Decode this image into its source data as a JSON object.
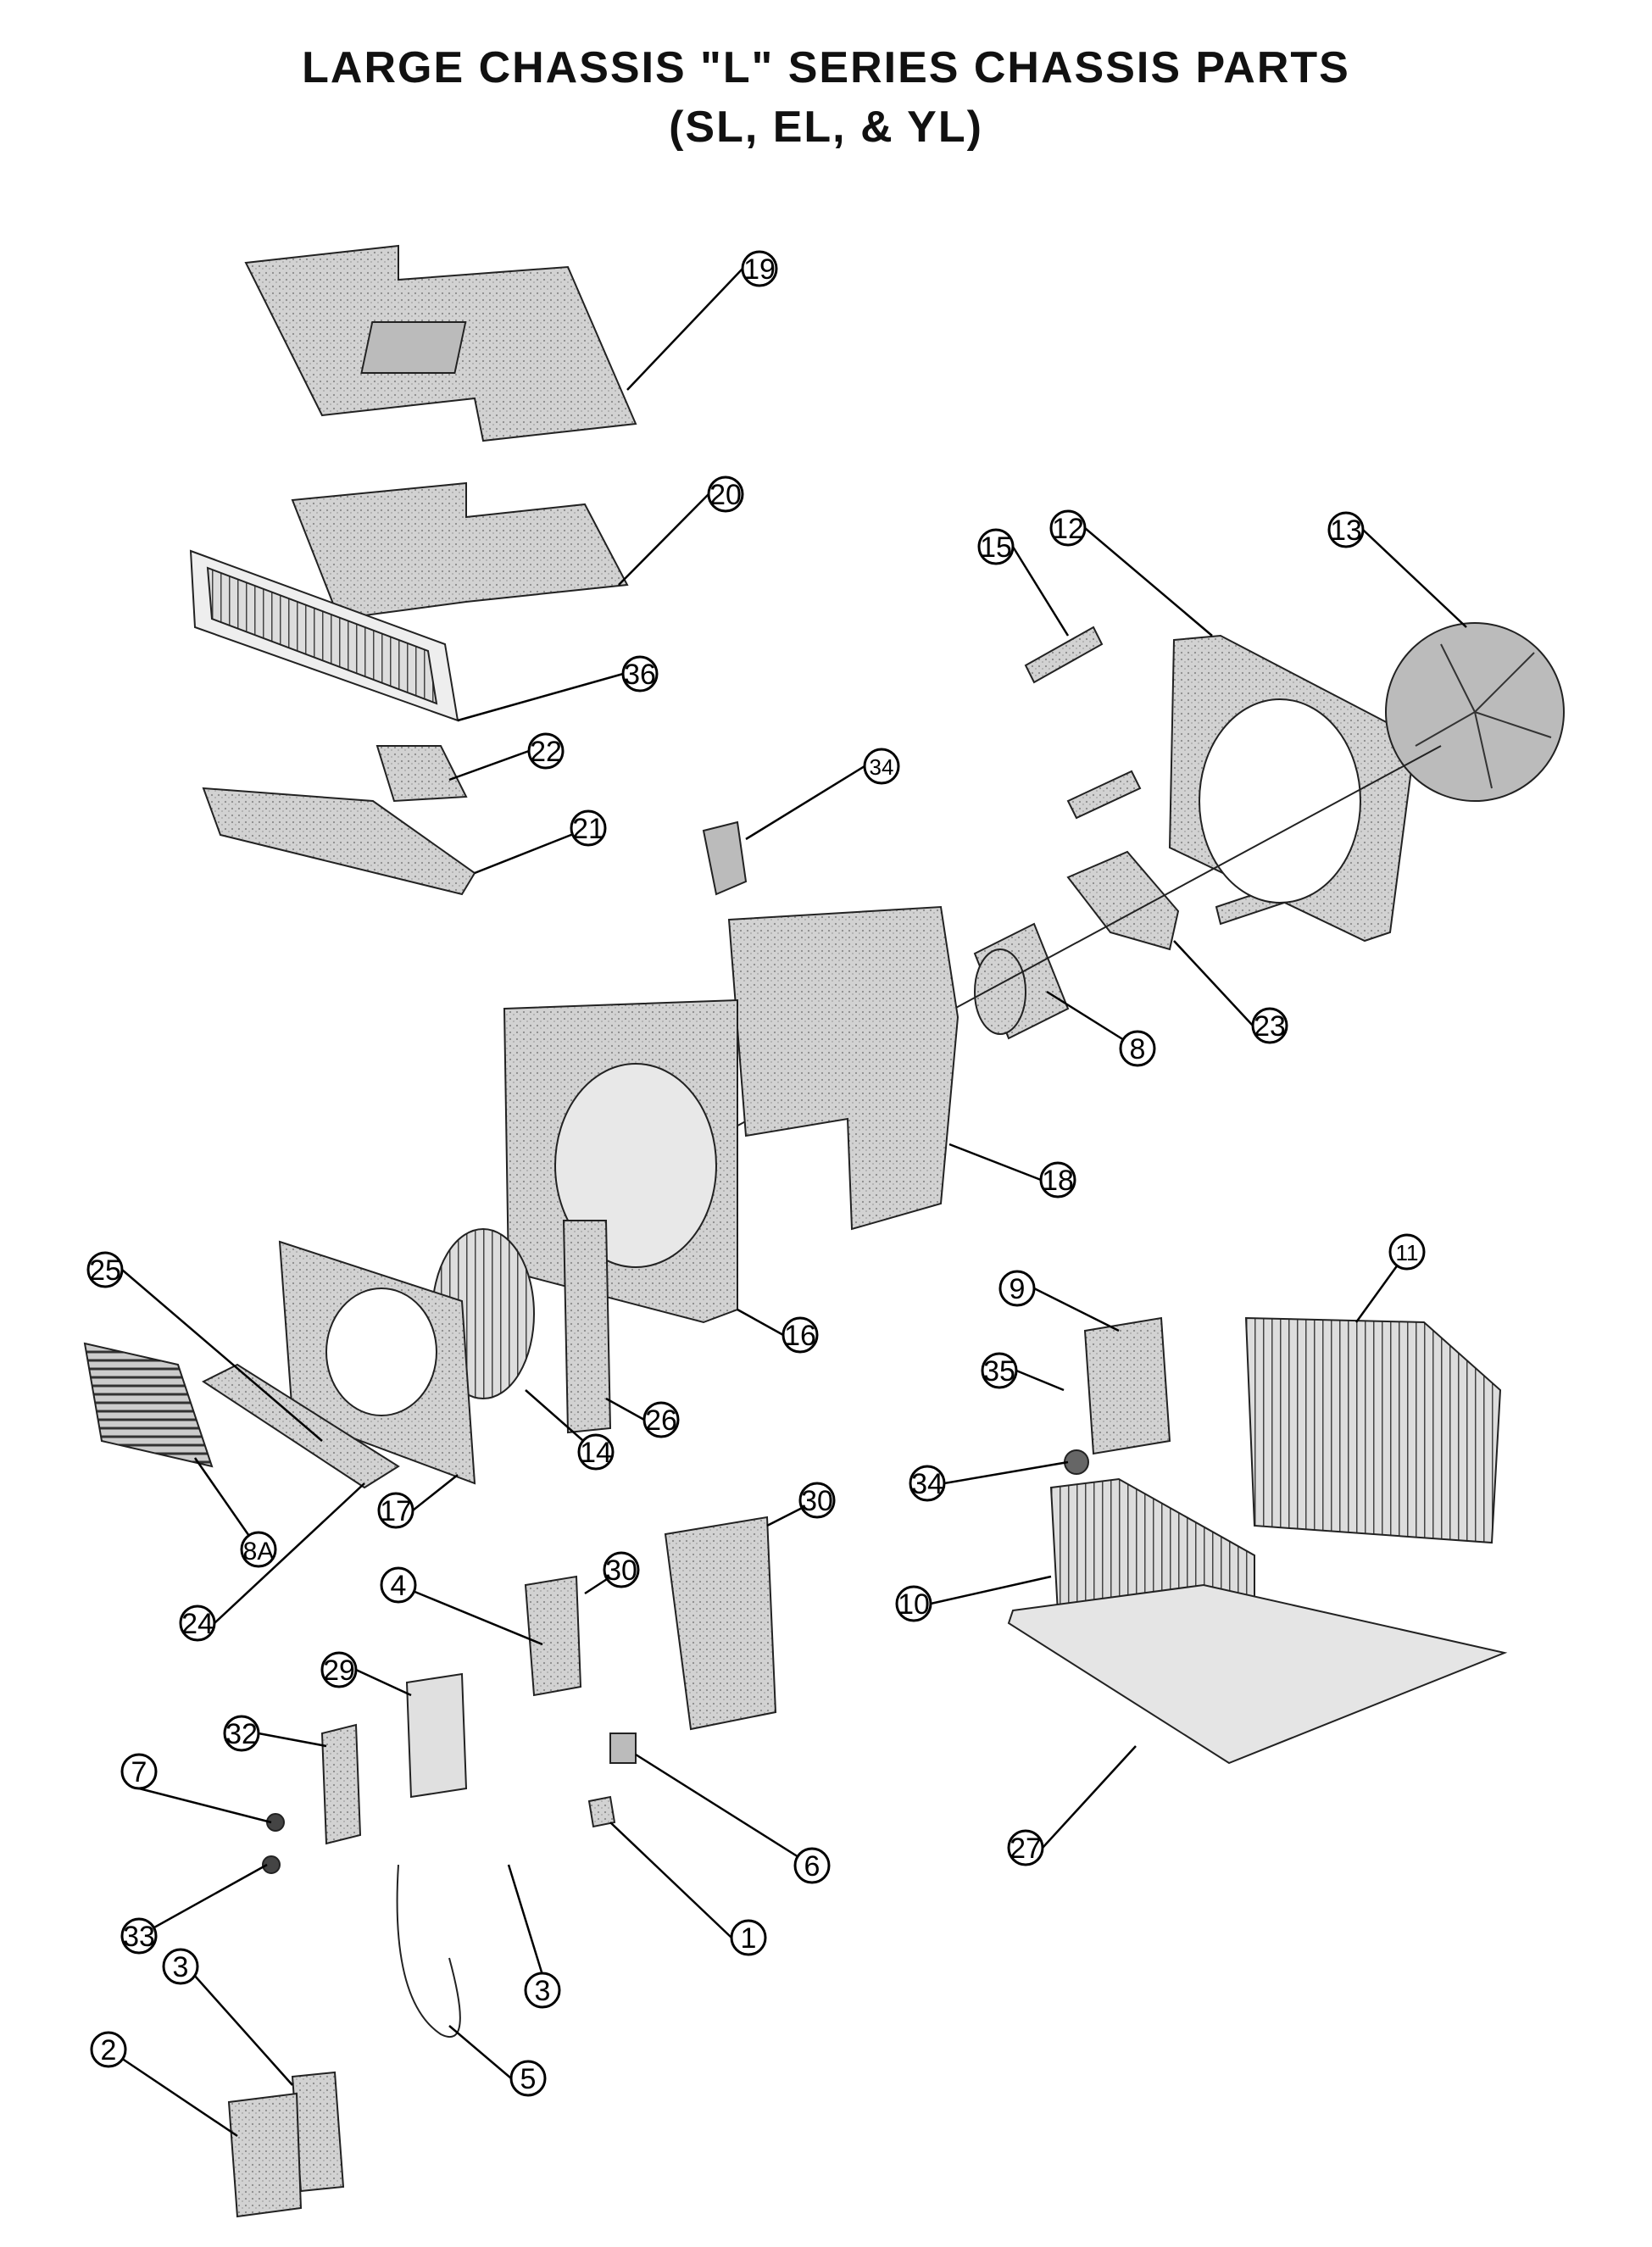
{
  "title": "LARGE CHASSIS \"L\" SERIES CHASSIS PARTS",
  "subtitle": "(SL, EL, & YL)",
  "callouts": [
    {
      "id": "c19",
      "label": "19"
    },
    {
      "id": "c20",
      "label": "20"
    },
    {
      "id": "c36",
      "label": "36"
    },
    {
      "id": "c22",
      "label": "22"
    },
    {
      "id": "c21",
      "label": "21"
    },
    {
      "id": "c15",
      "label": "15"
    },
    {
      "id": "c12",
      "label": "12"
    },
    {
      "id": "c13",
      "label": "13"
    },
    {
      "id": "c34a",
      "label": "34"
    },
    {
      "id": "c8",
      "label": "8"
    },
    {
      "id": "c23",
      "label": "23"
    },
    {
      "id": "c18",
      "label": "18"
    },
    {
      "id": "c9",
      "label": "9"
    },
    {
      "id": "c11",
      "label": "11"
    },
    {
      "id": "c35",
      "label": "35"
    },
    {
      "id": "c34b",
      "label": "34"
    },
    {
      "id": "c25",
      "label": "25"
    },
    {
      "id": "c16",
      "label": "16"
    },
    {
      "id": "c26",
      "label": "26"
    },
    {
      "id": "c14",
      "label": "14"
    },
    {
      "id": "c17",
      "label": "17"
    },
    {
      "id": "c8A",
      "label": "8A"
    },
    {
      "id": "c24",
      "label": "24"
    },
    {
      "id": "c30a",
      "label": "30"
    },
    {
      "id": "c30b",
      "label": "30"
    },
    {
      "id": "c4",
      "label": "4"
    },
    {
      "id": "c10",
      "label": "10"
    },
    {
      "id": "c29",
      "label": "29"
    },
    {
      "id": "c32",
      "label": "32"
    },
    {
      "id": "c7",
      "label": "7"
    },
    {
      "id": "c6",
      "label": "6"
    },
    {
      "id": "c27",
      "label": "27"
    },
    {
      "id": "c1",
      "label": "1"
    },
    {
      "id": "c33",
      "label": "33"
    },
    {
      "id": "c3a",
      "label": "3"
    },
    {
      "id": "c3b",
      "label": "3"
    },
    {
      "id": "c2",
      "label": "2"
    },
    {
      "id": "c5",
      "label": "5"
    }
  ]
}
